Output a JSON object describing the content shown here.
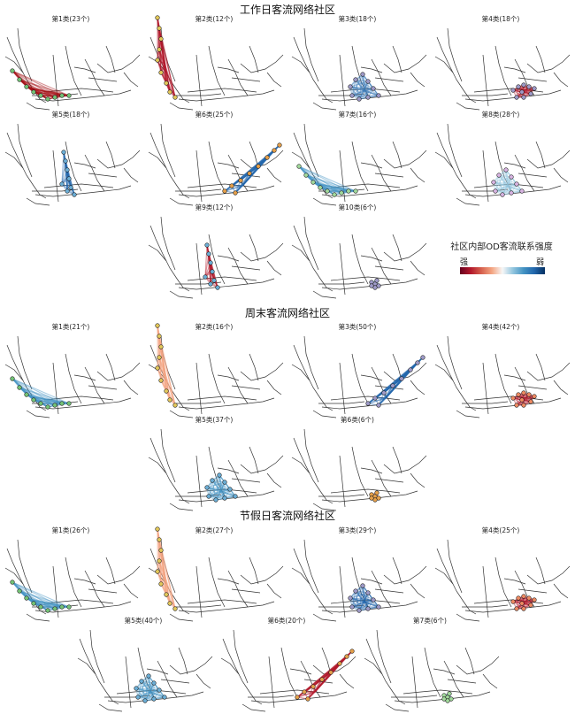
{
  "sections": {
    "workday": {
      "title": "工作日客流网络社区"
    },
    "weekend": {
      "title": "周末客流网络社区"
    },
    "holiday": {
      "title": "节假日客流网络社区"
    }
  },
  "legend": {
    "title": "社区内部OD客流联系强度",
    "strong_label": "强",
    "weak_label": "弱",
    "colors": [
      "#67001f",
      "#b2182b",
      "#d6604d",
      "#f4a582",
      "#f7f7f7",
      "#92c5de",
      "#4393c3",
      "#2166ac",
      "#053061"
    ]
  },
  "panels": [
    {
      "label": "第1类(23个)",
      "color": "#a50f15",
      "node": "#74c476",
      "region": "west"
    },
    {
      "label": "第2类(12个)",
      "color": "#b2182b",
      "node": "#e3c85a",
      "region": "north"
    },
    {
      "label": "第3类(18个)",
      "color": "#3a7ab8",
      "node": "#9e9ac8",
      "region": "center"
    },
    {
      "label": "第4类(18个)",
      "color": "#b2182b",
      "node": "#9e9ac8",
      "region": "east"
    },
    {
      "label": "第5类(18个)",
      "color": "#2166ac",
      "node": "#6baed6",
      "region": "north-center"
    },
    {
      "label": "第6类(25个)",
      "color": "#2166ac",
      "node": "#e6a04a",
      "region": "northeast"
    },
    {
      "label": "第7类(16个)",
      "color": "#4393c3",
      "node": "#a1d99b",
      "region": "west"
    },
    {
      "label": "第8类(28个)",
      "color": "#92c5de",
      "node": "#d8b4e2",
      "region": "center"
    },
    {
      "label": "第9类(12个)",
      "color": "#b2182b",
      "node": "#6baed6",
      "region": "north-center"
    },
    {
      "label": "第10类(6个)",
      "color": "#4393c3",
      "node": "#9e9ac8",
      "region": "east-small"
    },
    {
      "label": "第1类(21个)",
      "color": "#4393c3",
      "node": "#74c476",
      "region": "west"
    },
    {
      "label": "第2类(16个)",
      "color": "#f4a582",
      "node": "#e3c85a",
      "region": "north"
    },
    {
      "label": "第3类(50个)",
      "color": "#2166ac",
      "node": "#9e9ac8",
      "region": "northeast"
    },
    {
      "label": "第4类(42个)",
      "color": "#b2182b",
      "node": "#ef8a62",
      "region": "east"
    },
    {
      "label": "第5类(37个)",
      "color": "#4393c3",
      "node": "#6baed6",
      "region": "center"
    },
    {
      "label": "第6类(6个)",
      "color": "#d6604d",
      "node": "#e6a04a",
      "region": "east-small"
    },
    {
      "label": "第1类(26个)",
      "color": "#4393c3",
      "node": "#74c476",
      "region": "west"
    },
    {
      "label": "第2类(27个)",
      "color": "#f4a582",
      "node": "#e3c85a",
      "region": "north"
    },
    {
      "label": "第3类(29个)",
      "color": "#2166ac",
      "node": "#9e9ac8",
      "region": "center"
    },
    {
      "label": "第4类(25个)",
      "color": "#b2182b",
      "node": "#ef8a62",
      "region": "east"
    },
    {
      "label": "第5类(40个)",
      "color": "#4393c3",
      "node": "#6baed6",
      "region": "center"
    },
    {
      "label": "第6类(20个)",
      "color": "#b2182b",
      "node": "#e6a04a",
      "region": "northeast"
    },
    {
      "label": "第7类(6个)",
      "color": "#2166ac",
      "node": "#a1d99b",
      "region": "east-small"
    }
  ]
}
